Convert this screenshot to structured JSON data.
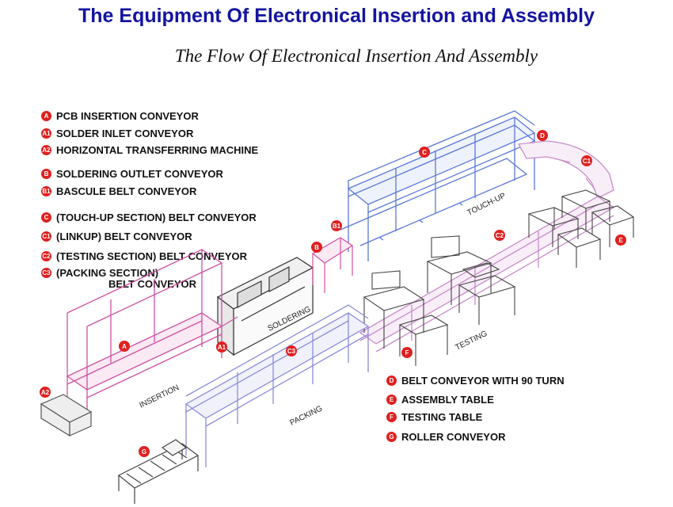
{
  "title": "The Equipment Of Electronical Insertion and Assembly",
  "subtitle": "The Flow Of Electronical Insertion And Assembly",
  "legend_left": [
    {
      "code": "A",
      "label": "PCB INSERTION CONVEYOR"
    },
    {
      "code": "A1",
      "label": "SOLDER INLET CONVEYOR"
    },
    {
      "code": "A2",
      "label": "HORIZONTAL TRANSFERRING MACHINE"
    },
    {
      "code": "B",
      "label": "SOLDERING OUTLET CONVEYOR"
    },
    {
      "code": "B1",
      "label": "BASCULE BELT CONVEYOR"
    },
    {
      "code": "C",
      "label": "(TOUCH-UP SECTION) BELT CONVEYOR"
    },
    {
      "code": "C1",
      "label": "(LINKUP) BELT CONVEYOR"
    },
    {
      "code": "C2",
      "label": "(TESTING SECTION) BELT CONVEYOR"
    },
    {
      "code": "C3",
      "label": "(PACKING SECTION)",
      "label2": "BELT CONVEYOR"
    }
  ],
  "legend_right": [
    {
      "code": "D",
      "label": "BELT CONVEYOR WITH 90  TURN"
    },
    {
      "code": "E",
      "label": "ASSEMBLY TABLE"
    },
    {
      "code": "F",
      "label": "TESTING TABLE"
    },
    {
      "code": "G",
      "label": "ROLLER CONVEYOR"
    }
  ],
  "sections": {
    "insertion": "INSERTION",
    "soldering": "SOLDERING",
    "touch_up": "TOUCH-UP",
    "testing": "TESTING",
    "packing": "PACKING"
  },
  "markers": {
    "A": "A",
    "A1": "A1",
    "A2": "A2",
    "B": "B",
    "B1": "B1",
    "C": "C",
    "C1": "C1",
    "C2": "C2",
    "C3": "C3",
    "D": "D",
    "E": "E",
    "F": "F",
    "G": "G"
  },
  "colors": {
    "title": "#1414a0",
    "badge": "#e02020",
    "insertion_line": "#d050a0",
    "touchup_line": "#5a78d8",
    "testing_line": "#c88cc8",
    "packing_line": "#8c8cdc",
    "equipment": "#555555"
  }
}
